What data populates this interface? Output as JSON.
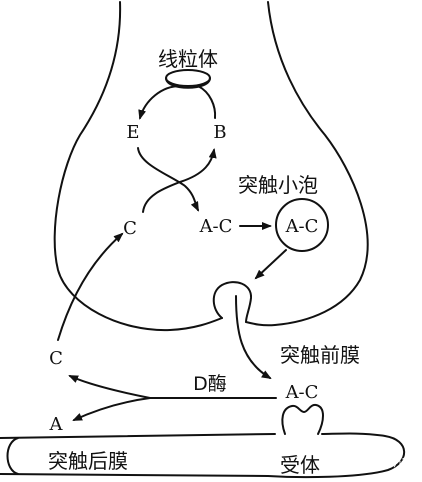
{
  "labels": {
    "mitochondria": "线粒体",
    "vesicle": "突触小泡",
    "presynaptic_membrane": "突触前膜",
    "postsynaptic_membrane": "突触后膜",
    "receptor": "受体",
    "enzyme_d": "D酶",
    "e": "E",
    "b": "B",
    "c_upper": "C",
    "ac_mid": "A-C",
    "ac_vesicle": "A-C",
    "c_left": "C",
    "ac_cleft": "A-C",
    "a_left": "A"
  },
  "watermark": "头条 @生物奶爸"
}
